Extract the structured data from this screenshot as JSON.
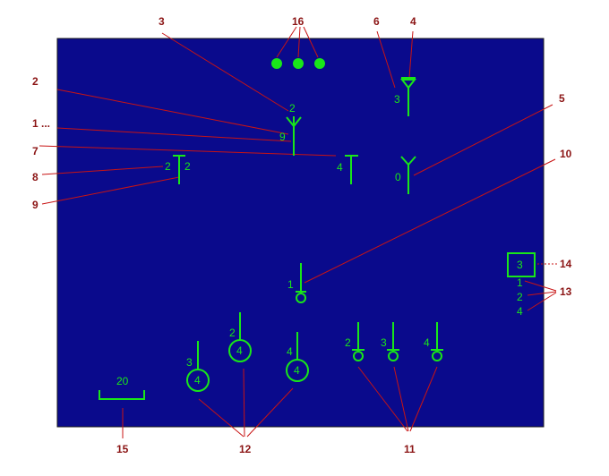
{
  "diagram": {
    "callouts": [
      "1 ...",
      "2",
      "3",
      "4",
      "5",
      "6",
      "7",
      "8",
      "9",
      "10",
      "11",
      "12",
      "13",
      "14",
      "15",
      "16"
    ],
    "tower_label": "2",
    "tower_value": "9",
    "tee_center_value": "4",
    "tee_left_value": "2",
    "tee_right_value": "2",
    "diode_value": "3",
    "fork_value": "0",
    "pin_mid_value": "1",
    "circles_values": [
      "4",
      "4",
      "4"
    ],
    "circles_pin_values": [
      "3",
      "2",
      "4"
    ],
    "pins_values": [
      "2",
      "3",
      "4"
    ],
    "box_value": "3",
    "box_list": [
      "1",
      "2",
      "4"
    ],
    "scale_value": "20",
    "colors": {
      "panel": "#0a0a8c",
      "symbol": "#19e619",
      "leader": "#c81414",
      "callout": "#8b1414"
    }
  }
}
